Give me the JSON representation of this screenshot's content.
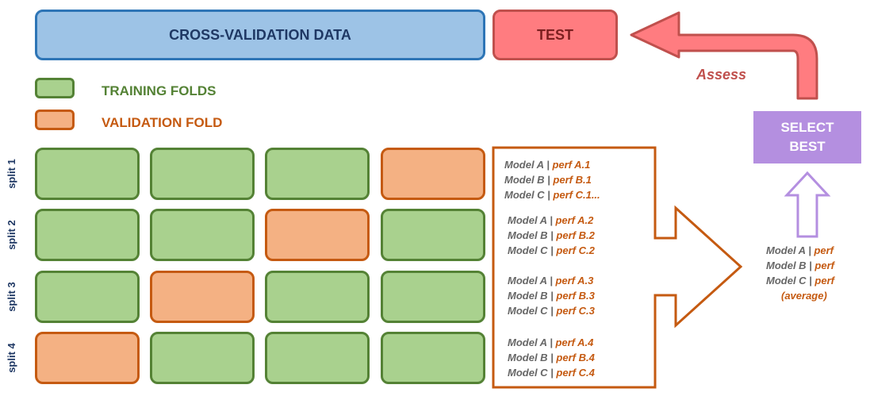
{
  "top": {
    "cv_label": "CROSS-VALIDATION DATA",
    "test_label": "TEST",
    "assess_label": "Assess"
  },
  "legend": {
    "training": "TRAINING FOLDS",
    "validation": "VALIDATION FOLD"
  },
  "splits": [
    {
      "label": "split 1",
      "folds": [
        "train",
        "train",
        "train",
        "validation"
      ],
      "results": [
        {
          "model": "Model A | ",
          "perf": "perf A.1"
        },
        {
          "model": "Model B | ",
          "perf": "perf B.1"
        },
        {
          "model": "Model C | ",
          "perf": "perf C.1..."
        }
      ]
    },
    {
      "label": "split 2",
      "folds": [
        "train",
        "train",
        "validation",
        "train"
      ],
      "results": [
        {
          "model": "Model A | ",
          "perf": "perf A.2"
        },
        {
          "model": "Model B | ",
          "perf": "perf B.2"
        },
        {
          "model": "Model C | ",
          "perf": "perf C.2"
        }
      ]
    },
    {
      "label": "split 3",
      "folds": [
        "train",
        "validation",
        "train",
        "train"
      ],
      "results": [
        {
          "model": "Model A | ",
          "perf": "perf A.3"
        },
        {
          "model": "Model B | ",
          "perf": "perf B.3"
        },
        {
          "model": "Model C | ",
          "perf": "perf C.3"
        }
      ]
    },
    {
      "label": "split 4",
      "folds": [
        "validation",
        "train",
        "train",
        "train"
      ],
      "results": [
        {
          "model": "Model A | ",
          "perf": "perf A.4"
        },
        {
          "model": "Model B | ",
          "perf": "perf B.4"
        },
        {
          "model": "Model C | ",
          "perf": "perf C.4"
        }
      ]
    }
  ],
  "average": {
    "lines": [
      {
        "model": "Model A | ",
        "perf": "perf"
      },
      {
        "model": "Model B | ",
        "perf": "perf"
      },
      {
        "model": "Model C | ",
        "perf": "perf"
      }
    ],
    "note": "(average)"
  },
  "select": {
    "line1": "SELECT",
    "line2": "BEST"
  },
  "colors": {
    "cv_fill": "#9dc3e6",
    "test_fill": "#ff7c80",
    "train_fill": "#a9d18e",
    "validation_fill": "#f4b183",
    "select_fill": "#b48fe0"
  }
}
